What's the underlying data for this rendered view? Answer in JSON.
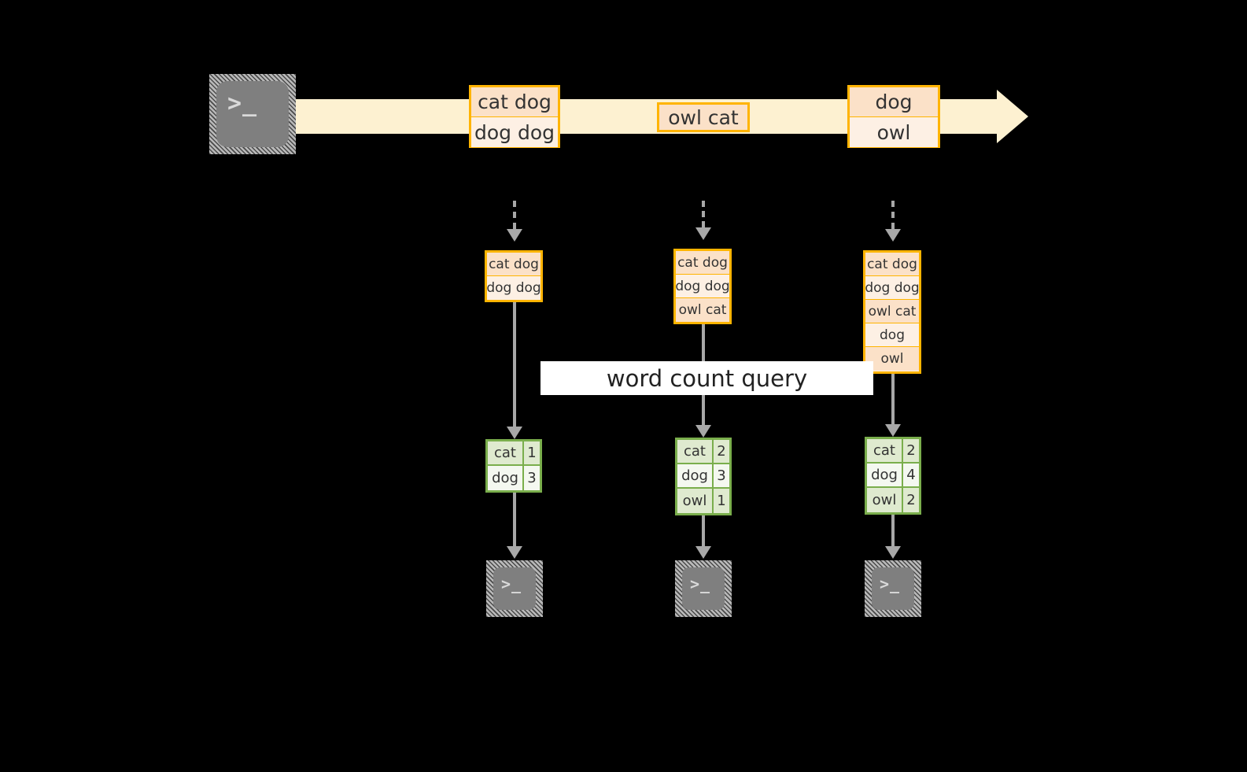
{
  "diagram": {
    "title_label": "word count query",
    "colors": {
      "stream_fill": "#fdf1d1",
      "record_border": "#ffb400",
      "record_fill_light": "#fdf0e4",
      "record_fill_dark": "#fbe1c8",
      "result_border": "#7aae4c",
      "result_fill_light": "#f4f8f0",
      "result_fill_dark": "#dfeacf",
      "arrow_gray": "#a8a8a8",
      "terminal_body": "#7f7f7f",
      "background": "#000000",
      "query_band": "#ffffff"
    }
  },
  "producer": {
    "icon": "terminal-icon",
    "glyph": ">_"
  },
  "stream": {
    "name": "append-only-log",
    "records": [
      {
        "lines": [
          "cat dog",
          "dog dog"
        ]
      },
      {
        "lines": [
          "owl cat"
        ]
      },
      {
        "lines": [
          "dog",
          "owl"
        ]
      }
    ]
  },
  "snapshots": [
    {
      "name": "snapshot-1",
      "log_rows": [
        "cat dog",
        "dog dog"
      ],
      "result_header": null,
      "result_rows": [
        {
          "word": "cat",
          "count": "1"
        },
        {
          "word": "dog",
          "count": "3"
        }
      ],
      "consumer": {
        "icon": "terminal-icon",
        "glyph": ">_"
      }
    },
    {
      "name": "snapshot-2",
      "log_rows": [
        "cat dog",
        "dog dog",
        "owl cat"
      ],
      "result_header": null,
      "result_rows": [
        {
          "word": "cat",
          "count": "2"
        },
        {
          "word": "dog",
          "count": "3"
        },
        {
          "word": "owl",
          "count": "1"
        }
      ],
      "consumer": {
        "icon": "terminal-icon",
        "glyph": ">_"
      }
    },
    {
      "name": "snapshot-3",
      "log_rows": [
        "cat dog",
        "dog dog",
        "owl cat",
        "dog",
        "owl"
      ],
      "result_header": null,
      "result_rows": [
        {
          "word": "cat",
          "count": "2"
        },
        {
          "word": "dog",
          "count": "4"
        },
        {
          "word": "owl",
          "count": "2"
        }
      ],
      "consumer": {
        "icon": "terminal-icon",
        "glyph": ">_"
      }
    }
  ]
}
